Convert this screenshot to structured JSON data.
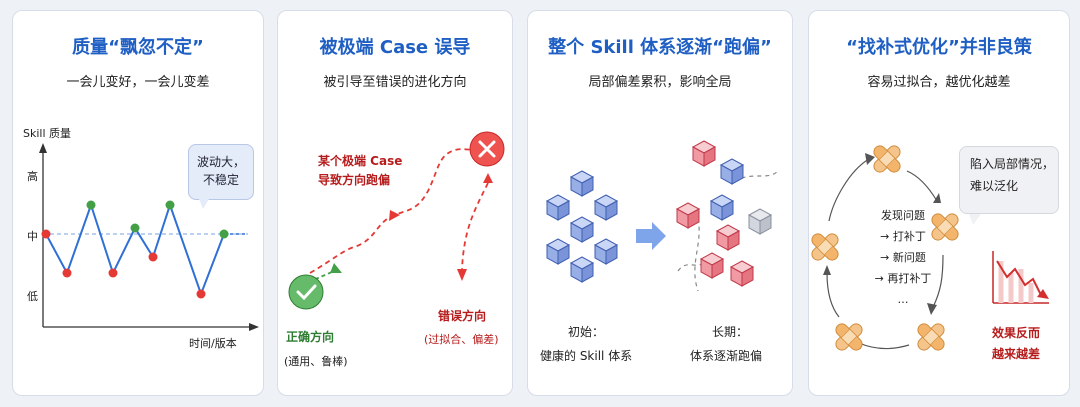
{
  "panels": [
    {
      "title": "质量“飘忽不定”",
      "subtitle": "一会儿变好，一会儿变差",
      "y_axis_label": "Skill 质量",
      "x_axis_label": "时间/版本",
      "levels": [
        "高",
        "中",
        "低"
      ],
      "bubble": [
        "波动大，",
        "不稳定"
      ],
      "line_color": "#2f6fd6"
    },
    {
      "title": "被极端 Case 误导",
      "subtitle": "被引导至错误的进化方向",
      "extreme_label": [
        "某个极端 Case",
        "导致方向跑偏"
      ],
      "correct_label": "正确方向",
      "correct_note": "(通用、鲁棒)",
      "wrong_label": "错误方向",
      "wrong_note": "(过拟合、偏差)"
    },
    {
      "title": "整个 Skill 体系逐渐“跑偏”",
      "subtitle": "局部偏差累积，影响全局",
      "initial_label": "初始：",
      "initial_note": "健康的 Skill 体系",
      "longterm_label": "长期：",
      "longterm_note": "体系逐渐跑偏"
    },
    {
      "title": "“找补式优化”并非良策",
      "subtitle": "容易过拟合，越优化越差",
      "cycle": [
        "发现问题",
        "→ 打补丁",
        "→ 新问题",
        "→ 再打补丁",
        "…"
      ],
      "bubble": [
        "陷入局部情况，",
        "难以泛化"
      ],
      "result": [
        "效果反而",
        "越来越差"
      ]
    }
  ],
  "colors": {
    "title_blue": "#1f5fc4",
    "accent_red": "#d32f2f",
    "accent_green": "#43a047",
    "patch_orange": "#f2b56b"
  }
}
